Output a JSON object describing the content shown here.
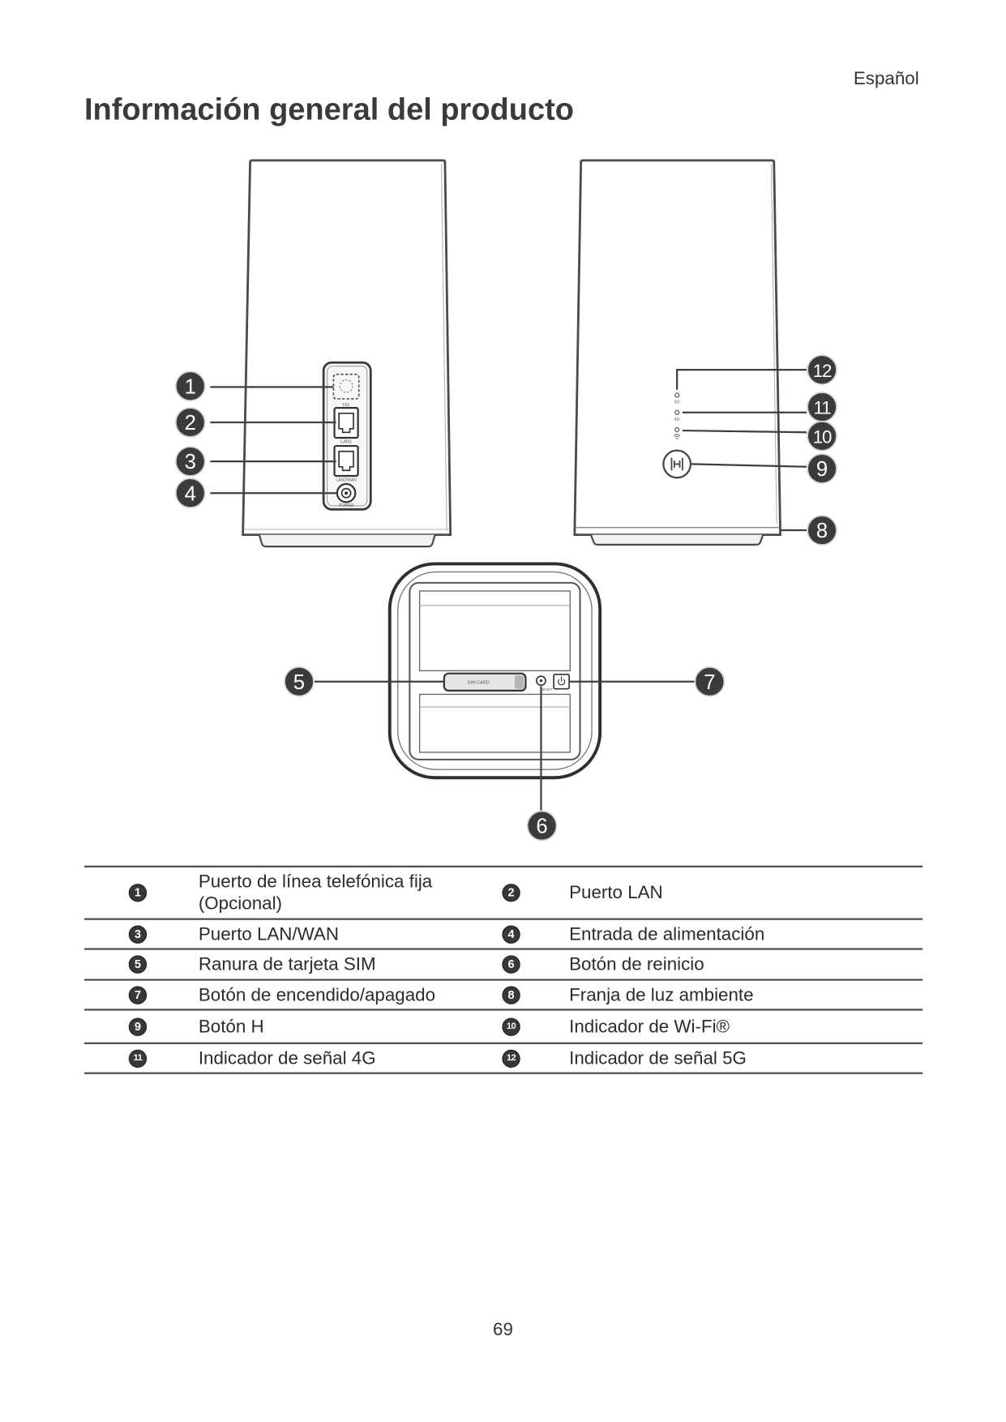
{
  "header": {
    "language": "Español"
  },
  "title": "Información general del producto",
  "diagram": {
    "callouts": [
      "1",
      "2",
      "3",
      "4",
      "5",
      "6",
      "7",
      "8",
      "9",
      "10",
      "11",
      "12"
    ],
    "device_labels": {
      "tel": "TEL",
      "lan1": "LAN1",
      "lan2_wan": "LAN2/WAN",
      "power": "POWER",
      "sim_card": "SIM CARD",
      "reset": "RESET",
      "indicator_5g": "5G",
      "indicator_4g": "4G"
    },
    "icons": [
      "wifi-icon",
      "h-button-icon",
      "power-icon"
    ]
  },
  "legend": {
    "rows": [
      {
        "left": {
          "num": "1",
          "label": "Puerto de línea telefónica fija (Opcional)"
        },
        "right": {
          "num": "2",
          "label": "Puerto LAN"
        }
      },
      {
        "left": {
          "num": "3",
          "label": "Puerto LAN/WAN"
        },
        "right": {
          "num": "4",
          "label": "Entrada de alimentación"
        }
      },
      {
        "left": {
          "num": "5",
          "label": "Ranura de tarjeta SIM"
        },
        "right": {
          "num": "6",
          "label": "Botón de reinicio"
        }
      },
      {
        "left": {
          "num": "7",
          "label": "Botón de encendido/apagado"
        },
        "right": {
          "num": "8",
          "label": "Franja de luz ambiente"
        }
      },
      {
        "left": {
          "num": "9",
          "label": "Botón H"
        },
        "right": {
          "num": "10",
          "label": "Indicador de Wi-Fi®"
        }
      },
      {
        "left": {
          "num": "11",
          "label": "Indicador de señal 4G"
        },
        "right": {
          "num": "12",
          "label": "Indicador de señal 5G"
        }
      }
    ]
  },
  "page_number": "69"
}
